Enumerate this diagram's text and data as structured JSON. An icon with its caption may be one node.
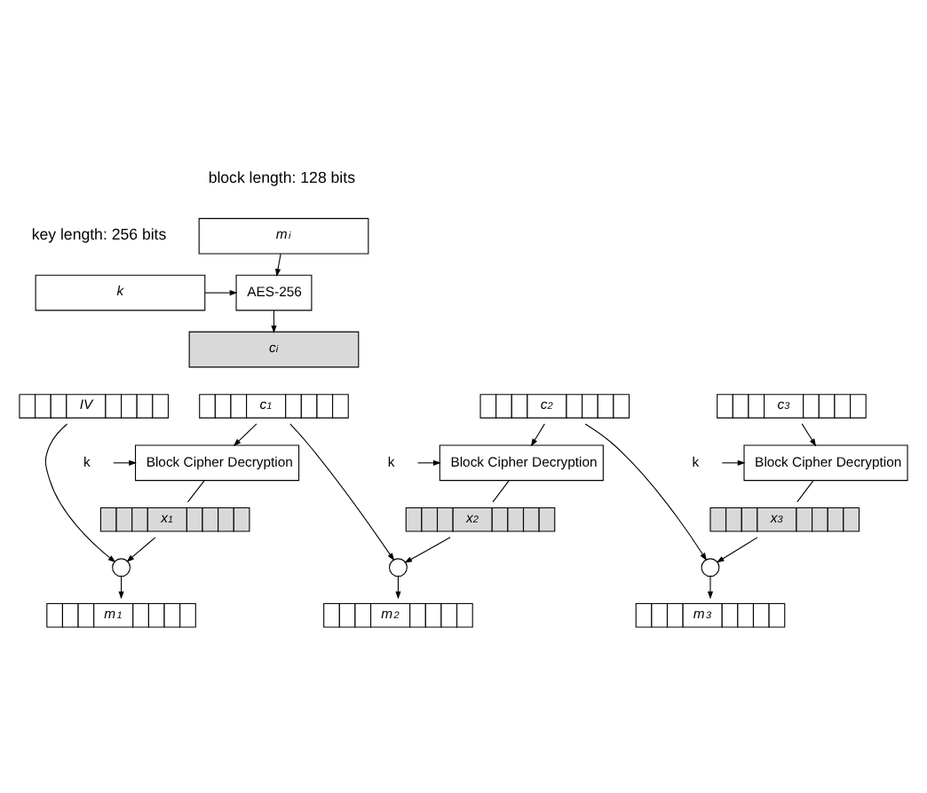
{
  "diagram": {
    "nodes": [
      {
        "text": [
          "k"
        ]
      },
      {
        "text": [
          "m$_{i}$"
        ]
      },
      {
        "text": [
          "AES-256"
        ]
      },
      {
        "text": [
          "c$_{i}$"
        ]
      },
      {
        "text": [
          "IV"
        ]
      },
      {
        "text": [
          "c$_{1}$"
        ]
      },
      {
        "text": [
          "Block Cipher Decryption"
        ]
      },
      {
        "text": [
          "x$_{1}$"
        ]
      },
      {
        "text": [],
        "shape": "circle"
      },
      {
        "text": [
          "m$_{1}$"
        ]
      },
      {
        "text": [
          "c$_{2}$"
        ]
      },
      {
        "text": [
          "Block Cipher Decryption"
        ]
      },
      {
        "text": [
          "x$_{2}$"
        ]
      },
      {
        "text": [],
        "shape": "circle"
      },
      {
        "text": [
          "m$_{2}$"
        ]
      },
      {
        "text": [
          "c$_{3}$"
        ]
      },
      {
        "text": [
          "Block Cipher Decryption"
        ]
      },
      {
        "text": [
          "x$_{3}$"
        ]
      },
      {
        "text": [],
        "shape": "circle"
      },
      {
        "text": [
          "m$_{3}$"
        ]
      },
      {
        "text": [
          "k"
        ]
      },
      {
        "text": [
          "k"
        ]
      },
      {
        "text": [
          "k"
        ]
      }
    ],
    "edges": [
      {
        "from": 0,
        "to": 2,
        "arrow": "to"
      },
      {
        "from": 1,
        "to": 2,
        "arrow": "to"
      },
      {
        "from": 2,
        "to": 3,
        "arrow": "to"
      },
      {
        "from": 5,
        "to": 6,
        "arrow": "to"
      },
      {
        "from": 20,
        "to": 6,
        "arrow": "to"
      },
      {
        "from": 6,
        "to": 7,
        "arrow": "none"
      },
      {
        "from": 7,
        "to": 8,
        "arrow": "to"
      },
      {
        "from": 4,
        "to": 8,
        "arrow": "to"
      },
      {
        "from": 8,
        "to": 9,
        "arrow": "to"
      },
      {
        "from": 10,
        "to": 11,
        "arrow": "to"
      },
      {
        "from": 21,
        "to": 11,
        "arrow": "to"
      },
      {
        "from": 11,
        "to": 12,
        "arrow": "none"
      },
      {
        "from": 12,
        "to": 13,
        "arrow": "to"
      },
      {
        "from": 5,
        "to": 13,
        "arrow": "to"
      },
      {
        "from": 13,
        "to": 14,
        "arrow": "to"
      },
      {
        "from": 15,
        "to": 16,
        "arrow": "to"
      },
      {
        "from": 22,
        "to": 16,
        "arrow": "to"
      },
      {
        "from": 16,
        "to": 17,
        "arrow": "none"
      },
      {
        "from": 17,
        "to": 18,
        "arrow": "to"
      },
      {
        "from": 10,
        "to": 18,
        "arrow": "to"
      },
      {
        "from": 18,
        "to": 19,
        "arrow": "to"
      }
    ],
    "labels": [
      "block length: 128 bits",
      "key length: 256 bits"
    ]
  }
}
